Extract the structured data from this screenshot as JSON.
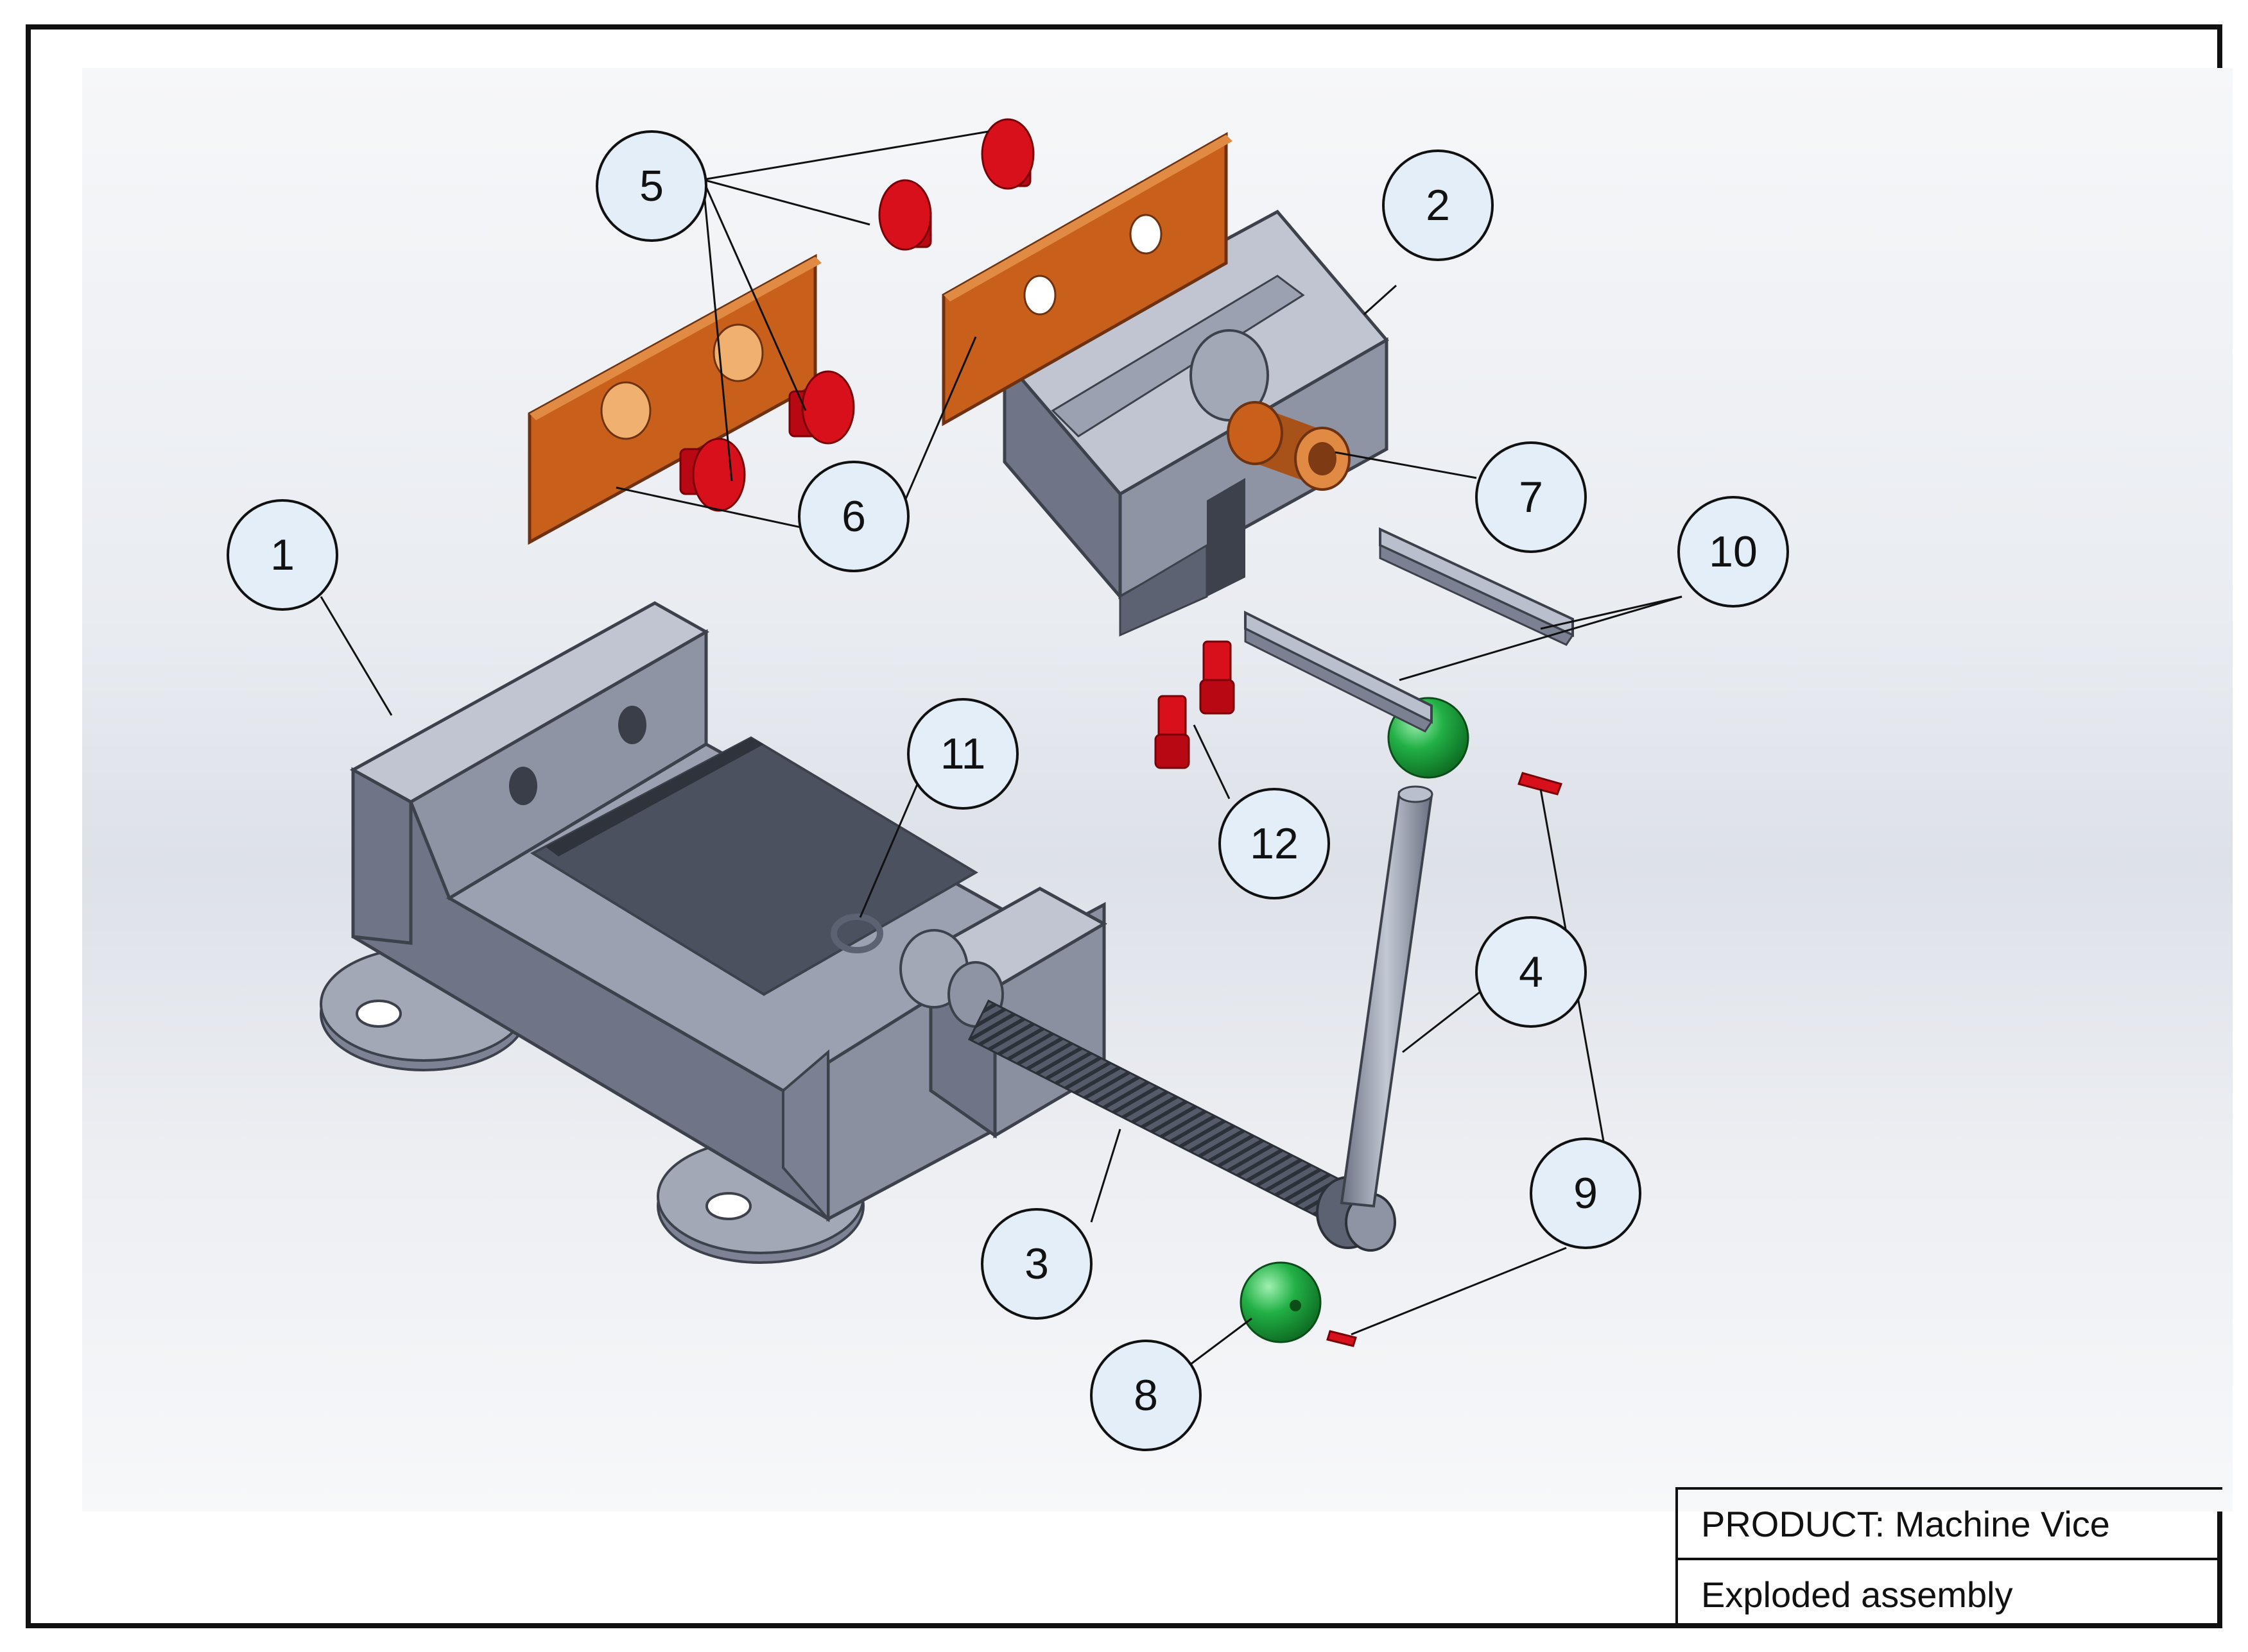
{
  "title_block": {
    "product": "PRODUCT: Machine Vice",
    "view": "Exploded assembly"
  },
  "balloons": [
    {
      "id": "1",
      "label": "1"
    },
    {
      "id": "2",
      "label": "2"
    },
    {
      "id": "3",
      "label": "3"
    },
    {
      "id": "4",
      "label": "4"
    },
    {
      "id": "5",
      "label": "5"
    },
    {
      "id": "6",
      "label": "6"
    },
    {
      "id": "7",
      "label": "7"
    },
    {
      "id": "8",
      "label": "8"
    },
    {
      "id": "9",
      "label": "9"
    },
    {
      "id": "10",
      "label": "10"
    },
    {
      "id": "11",
      "label": "11"
    },
    {
      "id": "12",
      "label": "12"
    }
  ],
  "colors": {
    "steel": "#8e94a4",
    "steel_dark": "#5c6272",
    "steel_light": "#b9bfcc",
    "copper": "#c8601c",
    "copper_light": "#e08a44",
    "screw_red": "#d8101c",
    "knob_green": "#1faa3c",
    "balloon_fill": "#e4eef8"
  }
}
